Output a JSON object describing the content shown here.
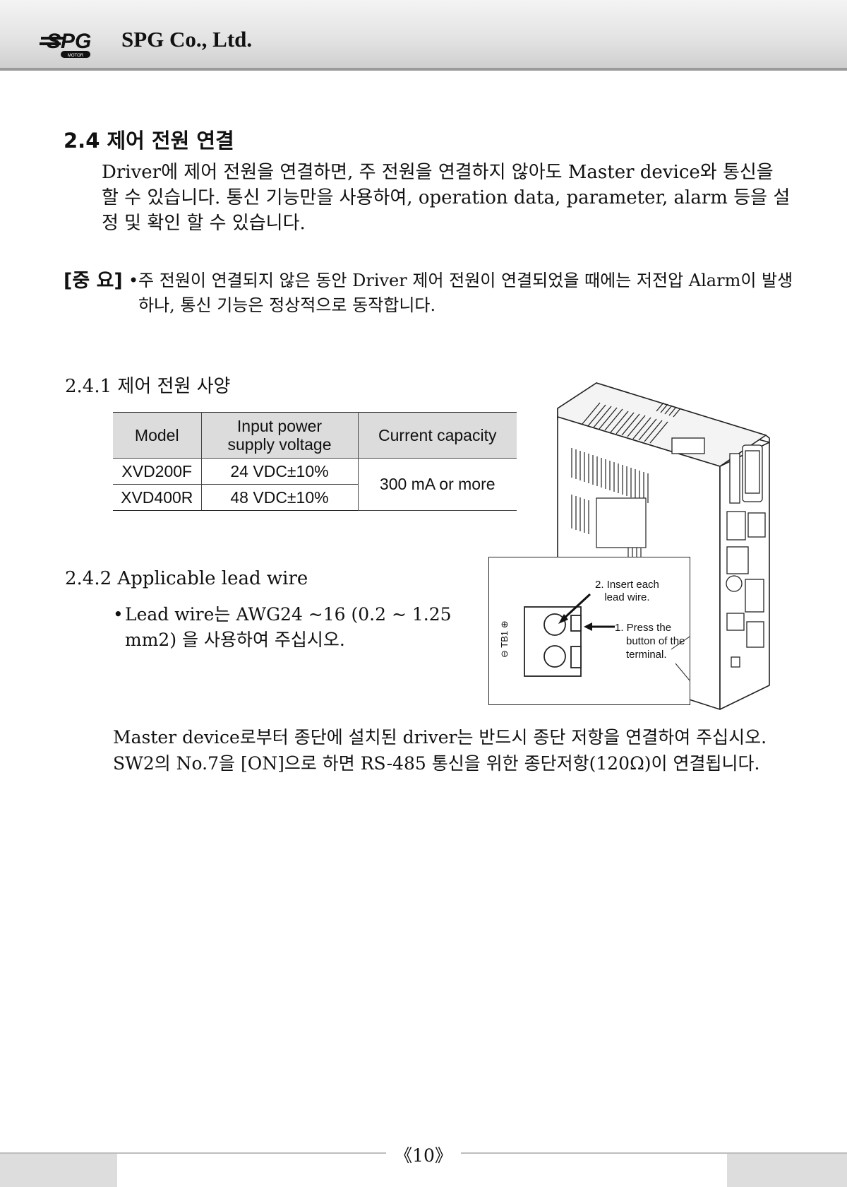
{
  "header": {
    "company": "SPG Co., Ltd.",
    "logo_text": "SPG",
    "logo_subtext": "MOTOR"
  },
  "section": {
    "title": "2.4 제어 전원 연결",
    "paragraph": "Driver에 제어 전원을 연결하면, 주 전원을 연결하지 않아도 Master device와 통신을 할 수 있습니다. 통신 기능만을 사용하여, operation data, parameter, alarm 등을 설정 및 확인 할 수 있습니다."
  },
  "notice": {
    "tag": "[중 요]",
    "bullet": "•",
    "text": "주 전원이 연결되지 않은 동안 Driver 제어 전원이 연결되었을 때에는 저전압 Alarm이 발생하나, 통신 기능은 정상적으로 동작합니다."
  },
  "subsection1": {
    "title": "2.4.1 제어 전원 사양",
    "table": {
      "headers": [
        "Model",
        "Input power supply voltage",
        "Current capacity"
      ],
      "rows": [
        [
          "XVD200F",
          "24 VDC±10%"
        ],
        [
          "XVD400R",
          "48 VDC±10%"
        ]
      ],
      "current_capacity": "300 mA or more"
    }
  },
  "subsection2": {
    "title": "2.4.2 Applicable lead wire",
    "bullet": "•",
    "text": "Lead wire는 AWG24 ~16 (0.2 ~ 1.25 mm2) 을 사용하여 주십시오."
  },
  "figure": {
    "callout_insert": [
      "2. Insert each",
      "lead wire."
    ],
    "callout_press": [
      "1. Press the",
      "button of the",
      "terminal."
    ],
    "terminal_label": "⊖ TB1 ⊕"
  },
  "final_paragraph": "Master device로부터 종단에 설치된 driver는 반드시 종단 저항을 연결하여 주십시오. SW2의 No.7을 [ON]으로 하면 RS-485 통신을 위한 종단저항(120Ω)이 연결됩니다.",
  "footer": {
    "page_number": "《10》"
  }
}
